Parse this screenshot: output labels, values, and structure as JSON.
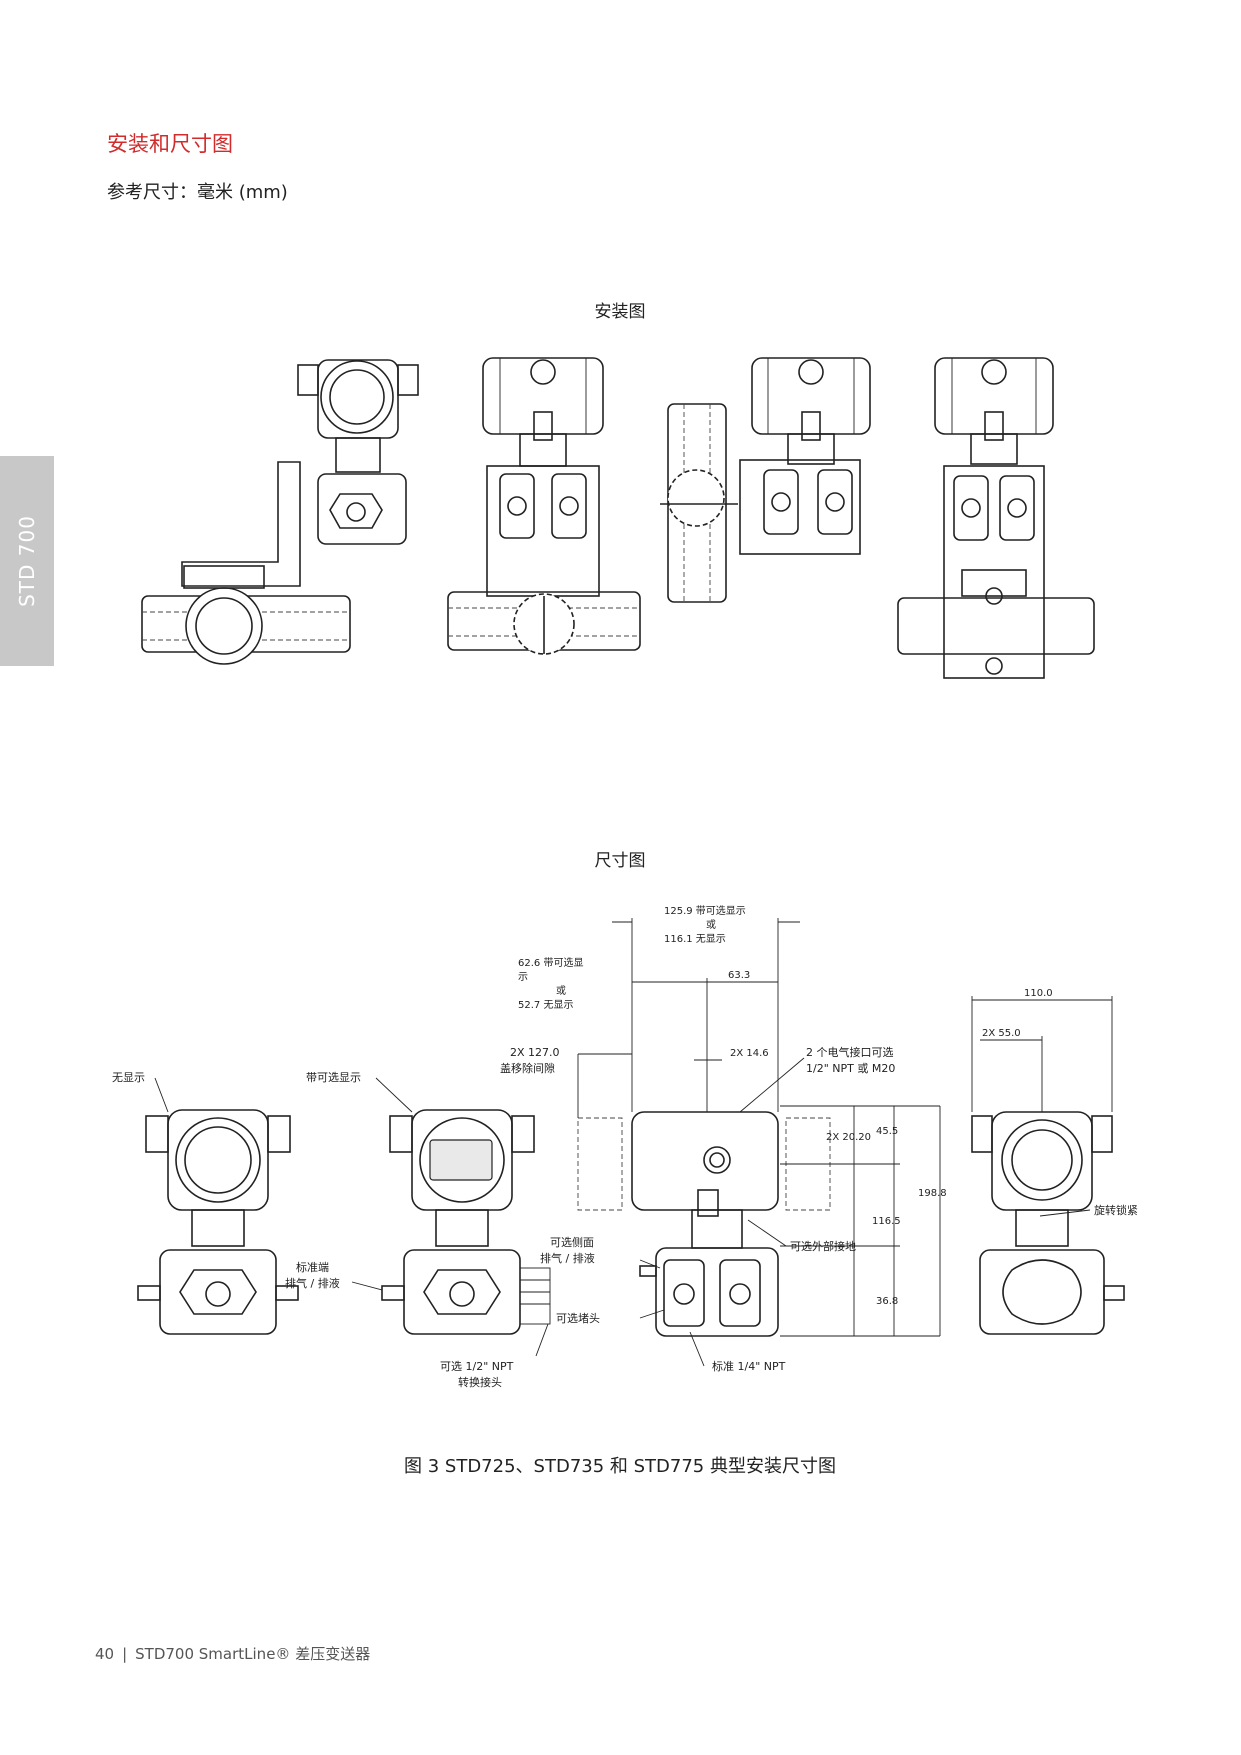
{
  "side_tab": {
    "label": "STD 700"
  },
  "section": {
    "title": "安装和尺寸图",
    "reference": "参考尺寸：毫米 (mm)"
  },
  "mounting": {
    "caption": "安装图"
  },
  "dimensions": {
    "caption": "尺寸图",
    "labels": {
      "no_display": "无显示",
      "with_display": "带可选显示",
      "std_vent_1": "标准端",
      "std_vent_2": "排气 / 排液",
      "adapter_1": "可选 1/2\" NPT",
      "adapter_2": "转换接头",
      "side_vent_1": "可选侧面",
      "side_vent_2": "排气 / 排液",
      "plug": "可选堵头",
      "std_npt": "标准 1/4\" NPT",
      "ground": "可选外部接地",
      "conduit_1": "2 个电气接口可选",
      "conduit_2": "1/2\" NPT 或 M20",
      "swivel": "旋转锁紧",
      "clearance_1": "2X 127.0",
      "clearance_2": "盖移除间隙"
    },
    "values": {
      "d1259_1": "125.9 带可选显示",
      "d1259_2": "或",
      "d1259_3": "116.1 无显示",
      "d626_1": "62.6 带可选显",
      "d626_2": "示",
      "d626_3": "或",
      "d626_4": "52.7 无显示",
      "d633": "63.3",
      "d146": "2X 14.6",
      "d2020": "2X 20.20",
      "d455": "45.5",
      "d1988": "198.8",
      "d1165": "116.5",
      "d368": "36.8",
      "d1100": "110.0",
      "d550": "2X 55.0"
    }
  },
  "figure": {
    "caption": "图 3 STD725、STD735 和 STD775 典型安装尺寸图"
  },
  "footer": {
    "page": "40",
    "sep": "|",
    "text": "STD700 SmartLine® 差压变送器"
  }
}
